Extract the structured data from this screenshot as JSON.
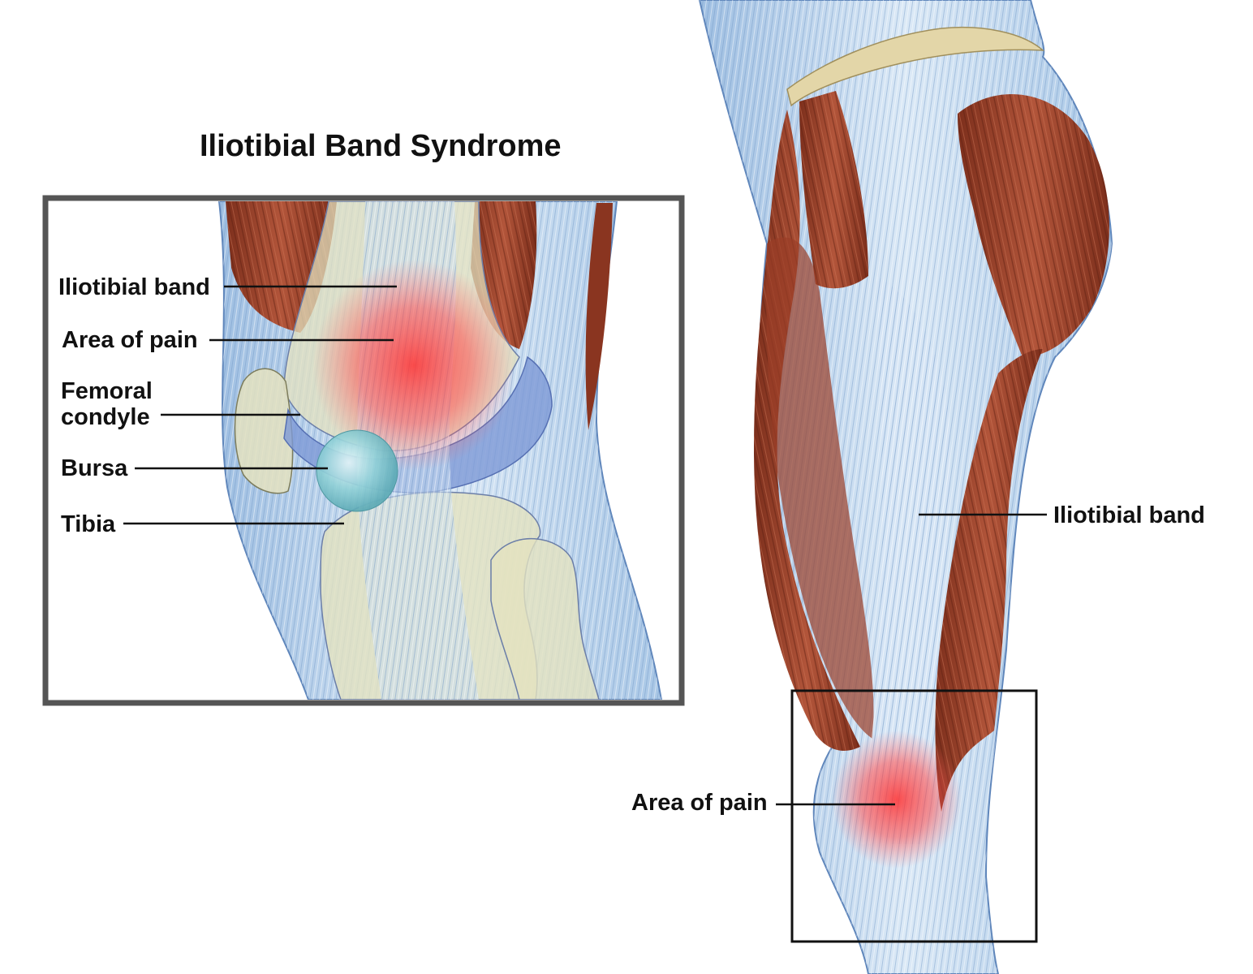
{
  "title": "Iliotibial Band Syndrome",
  "inset": {
    "labels": {
      "iliotibial_band": "Iliotibial band",
      "area_of_pain": "Area of pain",
      "femoral_condyle_line1": "Femoral",
      "femoral_condyle_line2": "condyle",
      "bursa": "Bursa",
      "tibia": "Tibia"
    }
  },
  "leg": {
    "labels": {
      "iliotibial_band": "Iliotibial band",
      "area_of_pain": "Area of pain"
    }
  },
  "colors": {
    "muscle": "#9a3d26",
    "muscle_light": "#c0583a",
    "fascia": "#b9d2ea",
    "fascia_dark": "#6f95c4",
    "bone": "#e4e2bf",
    "pain": "#ff3b3b",
    "bursa": "#8fd0d6",
    "frame": "#555555",
    "leader": "#111111"
  }
}
